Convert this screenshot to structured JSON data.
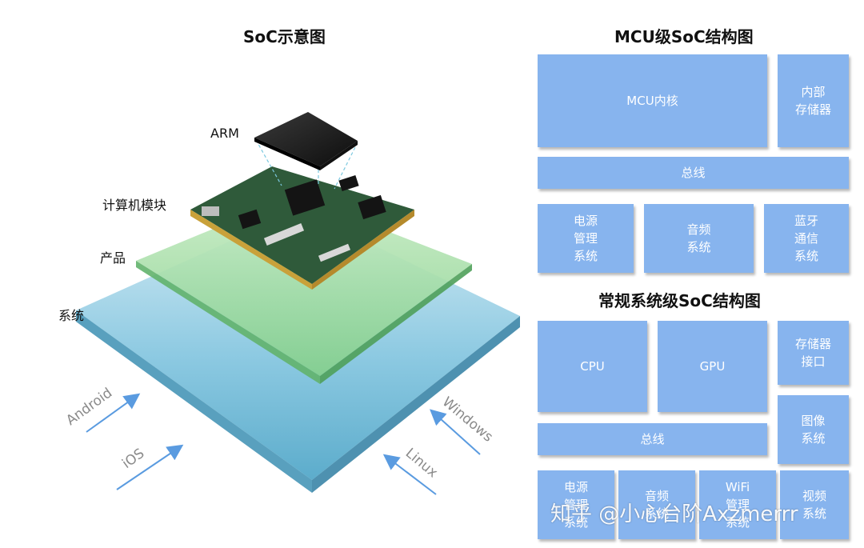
{
  "left": {
    "title": "SoC示意图",
    "labels": {
      "arm": "ARM",
      "module": "计算机模块",
      "product": "产品",
      "system": "系统"
    },
    "os": {
      "android": "Android",
      "ios": "iOS",
      "windows": "Windows",
      "linux": "Linux"
    }
  },
  "mcu": {
    "title": "MCU级SoC结构图",
    "core": "MCU内核",
    "storage": "内部\n存储器",
    "bus": "总线",
    "power": "电源\n管理\n系统",
    "audio": "音频\n系统",
    "bluetooth": "蓝牙\n通信\n系统"
  },
  "general": {
    "title": "常规系统级SoC结构图",
    "cpu": "CPU",
    "gpu": "GPU",
    "storage_if": "存储器\n接口",
    "image": "图像\n系统",
    "bus": "总线",
    "power": "电源\n管理\n系统",
    "audio": "音频\n系统",
    "wifi": "WiFi\n管理\n系统",
    "video": "视频\n系统"
  },
  "watermark": "知乎 @小心台阶Axzmerrr",
  "colors": {
    "block": "#87b4ee",
    "arrow": "#5a9be0",
    "system_plane": "#6ab8d8",
    "product_plane": "#9bd89a",
    "pcb": "#2f5a3a"
  }
}
